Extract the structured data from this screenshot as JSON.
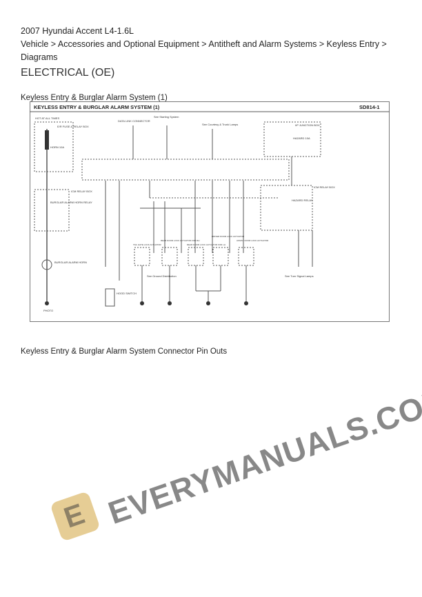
{
  "header": {
    "vehicle": "2007 Hyundai Accent L4-1.6L",
    "breadcrumb_line1": "Vehicle > Accessories and Optional Equipment > Antitheft and Alarm Systems > Keyless Entry >",
    "breadcrumb_line2": "Diagrams",
    "section": "ELECTRICAL (OE)"
  },
  "figure1": {
    "caption": "Keyless Entry & Burglar Alarm System (1)",
    "title": "KEYLESS ENTRY & BURGLAR ALARM SYSTEM (1)",
    "code": "SD814-1",
    "labels": {
      "hot": "HOT AT ALL TIMES",
      "fusebox": "E/R FUSE & RELAY BOX",
      "horn_fuse": "HORN 10A",
      "dlc": "DATA LINK CONNECTOR",
      "junction": "I/P JUNCTION BOX",
      "hazard": "HAZARD 10A",
      "icm1": "ICM RELAY BOX",
      "alarm_relay": "BURGLAR ALARM HORN RELAY",
      "icm2": "ICM RELAY BOX",
      "hazard_relay": "HAZARD RELAY",
      "horn": "BURGLAR ALARM HORN",
      "hood": "HOOD SWITCH",
      "tailgate": "TAIL GATE LOCK ACTUATOR",
      "rear_rh": "REAR DOOR LOCK ACTUATOR FOR RH",
      "rear_lh": "REAR DOOR LOCK ACTUATOR FOR LH",
      "driver": "DRIVER DOOR LOCK ACTUATOR",
      "assist": "ASSIST DOOR LOCK ACTUATOR",
      "starting": "See Starting System",
      "courtesy": "See Courtesy & Trunk Lamps",
      "ground": "See Ground Distribution",
      "turn": "See Turn Signal Lamps",
      "photo": "PHOTO"
    }
  },
  "figure2": {
    "caption": "Keyless Entry & Burglar Alarm System Connector Pin Outs"
  },
  "watermark": "EVERYMANUALS.COM"
}
